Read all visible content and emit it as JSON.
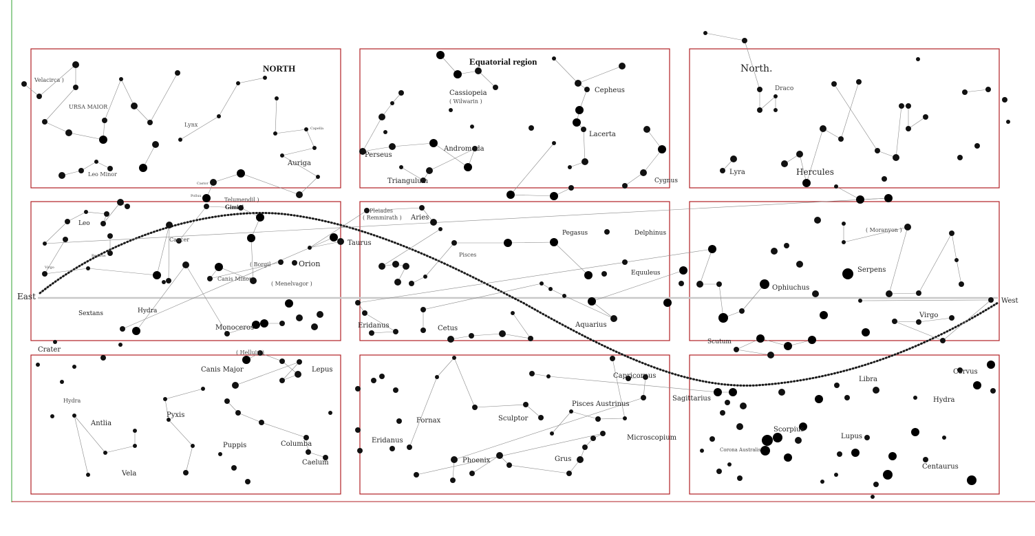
{
  "titles": {
    "north_left": "NORTH",
    "equatorial": "Equatorial region",
    "north_right": "North."
  },
  "directions": {
    "east": "East",
    "west": "West"
  },
  "constellations": {
    "velacirca": "Velacirca )",
    "ursa_major": "URSA MAIOR",
    "lynx": "Lynx",
    "leo_minor": "Leo Minor",
    "capella": "Capella",
    "auriga": "Auriga",
    "cassiopeia": "Cassiopeia",
    "wilwarin": "( Wilwarin )",
    "cepheus": "Cepheus",
    "perseus": "Perseus",
    "andromeda": "Andromeda",
    "lacerta": "Lacerta",
    "triangulum": "Triangulum",
    "cygnus": "Cygnus",
    "draco": "Draco",
    "lyra": "Lyra",
    "hercules": "Hercules",
    "castor": "Castor",
    "pollux": "Pollux",
    "telumendil": "Telumendil )",
    "gimini": "Gimini",
    "leo": "Leo",
    "cancer": "Cancer",
    "regulus": "Regulus",
    "virgo_left": "Virgo",
    "borgil": "( Borgil",
    "orion": "Orion",
    "canis_minor": "Canis Minor",
    "menelvagor": "( Menelvagor )",
    "taurus": "Taurus",
    "pleiades": "Pleiades",
    "remmirath": "( Remmirath )",
    "aries": "Aries",
    "pisces": "Pisces",
    "pegasus": "Pegasus",
    "delphinus": "Delphinus",
    "equuleus": "Equuleus",
    "sextans": "Sextans",
    "hydra_mid": "Hydra",
    "monoceros": "Monoceros",
    "eridanus_mid": "Eridanus",
    "cetus": "Cetus",
    "aquarius": "Aquarius",
    "ophiuchus": "Ophiuchus",
    "serpens": "Serpens",
    "virgo_right": "Virgo",
    "scutum": "Scutum",
    "moranyon": "( Moranyon )",
    "crater": "Crater",
    "helluin": "( Helluin )",
    "canis_major": "Canis Major",
    "lepus": "Lepus",
    "hydra_low": "Hydra",
    "antlia": "Antlia",
    "pyxis": "Pyxis",
    "puppis": "Puppis",
    "columba": "Columba",
    "vela": "Vela",
    "caelum": "Caelum",
    "capricornus": "Capricornus",
    "fornax": "Fornax",
    "sculptor": "Sculptor",
    "pisces_austrinus": "Pisces Austrinus",
    "microscopium": "Microscopium",
    "eridanus_low": "Eridanus",
    "phoenix": "Phoenix",
    "grus": "Grus",
    "sagittarius": "Sagittarius",
    "libra": "Libra",
    "corvus": "Corvus",
    "hydra_right": "Hydra",
    "scorpius": "Scorpius",
    "lupus": "Lupus",
    "corona_australis": "Corona Australis",
    "centaurus": "Centaurus"
  },
  "colors": {
    "panel_border": "#b01e23",
    "star": "#000000",
    "horizon": "#c8c8c8",
    "ecliptic": "#1a1a1a",
    "left_edge": "#2fa02f"
  }
}
